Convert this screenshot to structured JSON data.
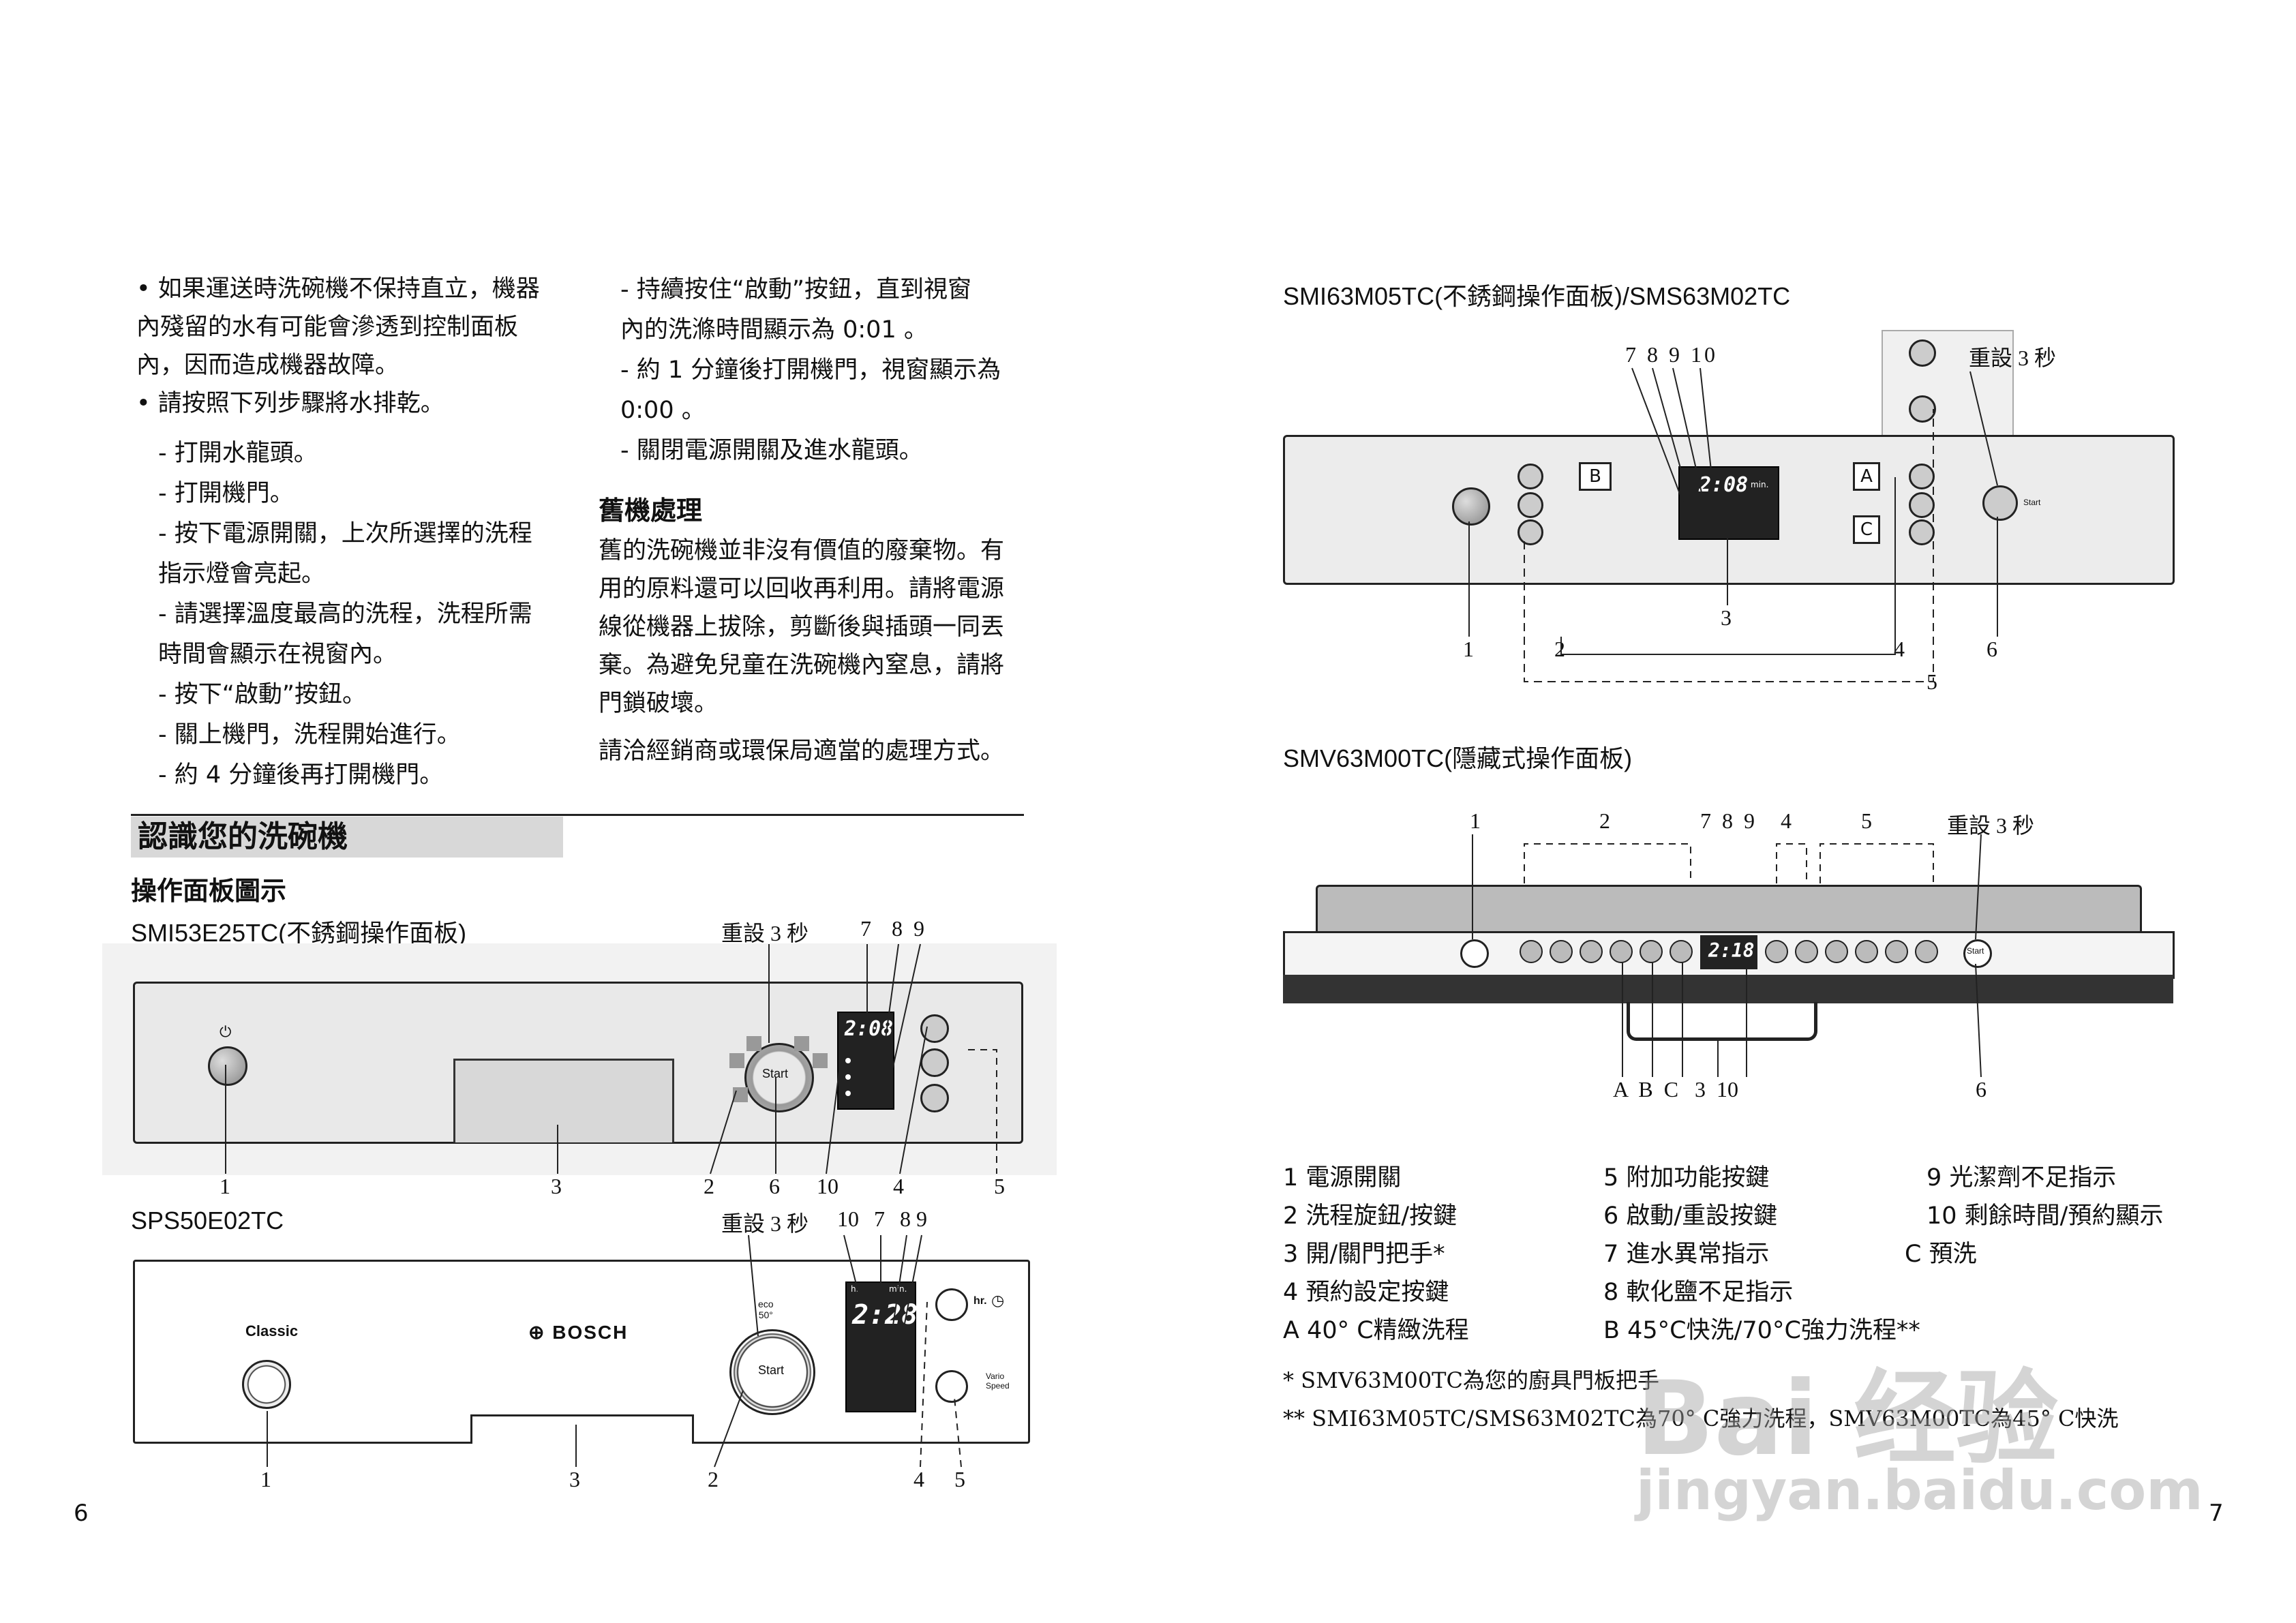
{
  "left": {
    "bullets": [
      [
        "•  如果運送時洗碗機不保持直立，機器",
        "    內殘留的水有可能會滲透到控制面板",
        "    內，因而造成機器故障。"
      ],
      [
        "•  請按照下列步驟將水排乾。"
      ]
    ],
    "steps": [
      "- 打開水龍頭。",
      "- 打開機門。",
      "- 按下電源開關，上次所選擇的洗程",
      "   指示燈會亮起。",
      "- 請選擇溫度最高的洗程，洗程所需",
      "   時間會顯示在視窗內。",
      "- 按下“啟動”按鈕。",
      "- 關上機門，洗程開始進行。",
      "- 約 4 分鐘後再打開機門。"
    ],
    "col2": [
      "- 持續按住“啟動”按鈕，直到視窗",
      "   內的洗滌時間顯示為 0:01 。",
      "- 約 1 分鐘後打開機門，視窗顯示為",
      "   0:00 。",
      "- 關閉電源開關及進水龍頭。"
    ],
    "disposal_title": "舊機處理",
    "disposal_text": [
      "舊的洗碗機並非沒有價值的廢棄物。有",
      "用的原料還可以回收再利用。請將電源",
      "線從機器上拔除，剪斷後與插頭一同丟",
      "棄。為避免兒童在洗碗機內窒息，請將",
      "門鎖破壞。"
    ],
    "disposal_note": "請洽經銷商或環保局適當的處理方式。",
    "section_title": "認識您的洗碗機",
    "subsection": "操作面板圖示",
    "model1": "SMI53E25TC(不銹鋼操作面板)",
    "model2": "SPS50E02TC",
    "reset": "重設 3 秒",
    "start": "Start",
    "classic": "Classic",
    "bosch": "BOSCH",
    "hr": "hr.",
    "vario": "Vario\nSpeed",
    "eco": "eco\n50°",
    "lcd1": "2:08",
    "lcd2": "2:28",
    "lcd_h": "h.",
    "lcd_min": "min.",
    "page": "6",
    "d1_nums": {
      "n1": "1",
      "n3": "3",
      "n2": "2",
      "n6": "6",
      "n10": "10",
      "n4": "4",
      "n5": "5",
      "n7": "7",
      "n8": "8",
      "n9": "9"
    },
    "d2_nums": {
      "n10": "10",
      "n7": "7",
      "n89": "8 9",
      "n1": "1",
      "n3": "3",
      "n2": "2",
      "n4": "4",
      "n5": "5"
    }
  },
  "right": {
    "model3": "SMI63M05TC(不銹鋼操作面板)/SMS63M02TC",
    "model4": "SMV63M00TC(隱藏式操作面板)",
    "reset": "重設 3 秒",
    "start": "Start",
    "lcd3": "2:08",
    "lcd3_min": "min.",
    "lcd4": "2:18",
    "boxA": "A",
    "boxB": "B",
    "boxC": "C",
    "d3_nums": {
      "top": "7 8 9 10",
      "n1": "1",
      "n2": "2",
      "n3": "3",
      "n4": "4",
      "n5": "5",
      "n6": "6"
    },
    "d4_nums": {
      "n1": "1",
      "n2": "2",
      "top": "7 8 9",
      "n4": "4",
      "n5": "5",
      "bottom": "A  B  C   3  10",
      "n6": "6"
    },
    "legend": [
      [
        "1  電源開關",
        "5  附加功能按鍵",
        "9  光潔劑不足指示"
      ],
      [
        "2  洗程旋鈕/按鍵",
        "6  啟動/重設按鍵",
        "10  剩餘時間/預約顯示"
      ],
      [
        "3  開/關門把手*",
        "7  進水異常指示",
        ""
      ],
      [
        "4  預約設定按鍵",
        "8  軟化鹽不足指示",
        ""
      ],
      [
        "A  40° C精緻洗程",
        "B  45°C快洗/70°C強力洗程**",
        "C  預洗"
      ]
    ],
    "foot1": "* SMV63M00TC為您的廚具門板把手",
    "foot2": "** SMI63M05TC/SMS63M02TC為70° C強力洗程，SMV63M00TC為45° C快洗",
    "watermark1": "Bai 经验",
    "watermark2": "jingyan.baidu.com",
    "page": "7"
  }
}
